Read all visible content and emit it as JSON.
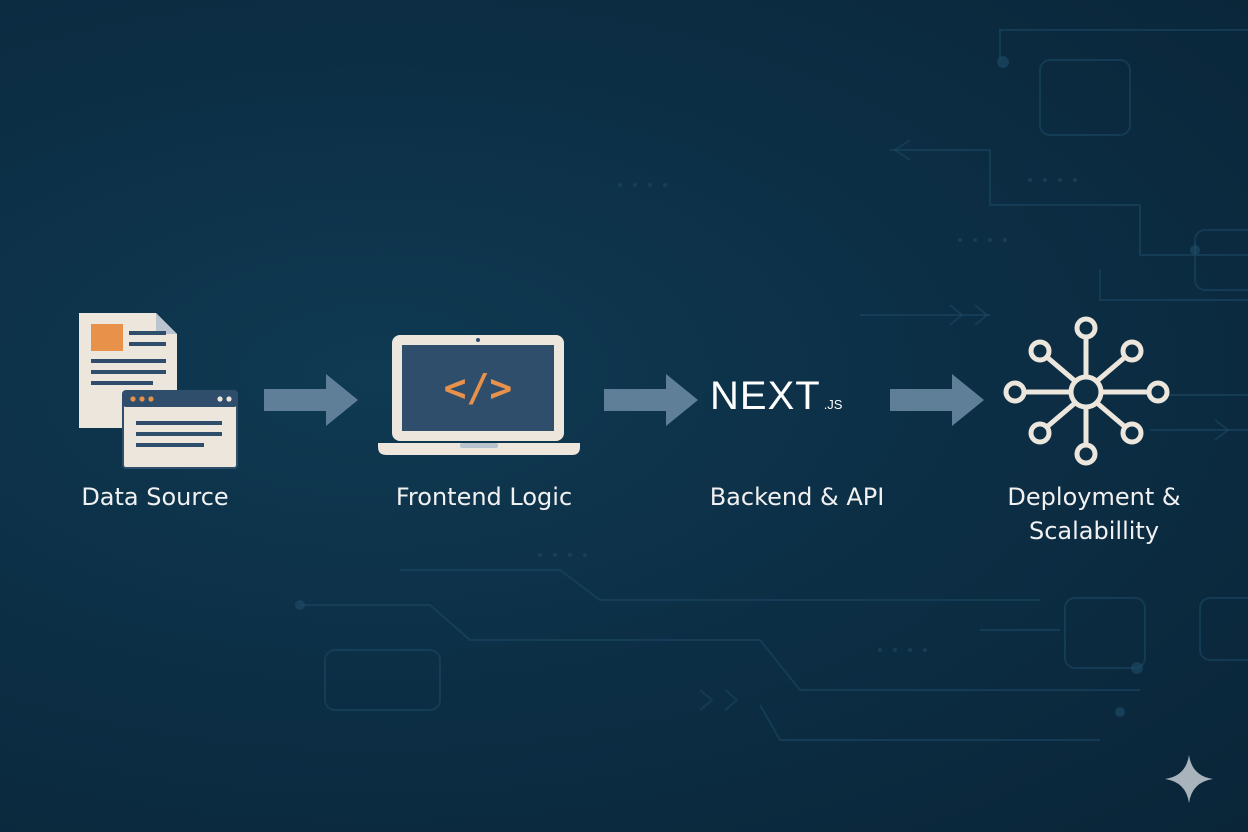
{
  "steps": [
    {
      "label": "Data Source"
    },
    {
      "label": "Frontend Logic"
    },
    {
      "label": "Backend & API",
      "logo_main": "NEXT",
      "logo_sub": ".JS"
    },
    {
      "label": "Deployment &\nScalabillity"
    }
  ],
  "code_glyph": "</>",
  "colors": {
    "background": "#0c2f46",
    "accent_orange": "#e8914a",
    "arrow": "#5f7f99",
    "icon_light": "#ece6dc",
    "icon_dark": "#2f4e6c"
  },
  "icons": [
    "document-icon",
    "laptop-code-icon",
    "nextjs-logo",
    "network-hub-icon",
    "sparkle-icon"
  ]
}
